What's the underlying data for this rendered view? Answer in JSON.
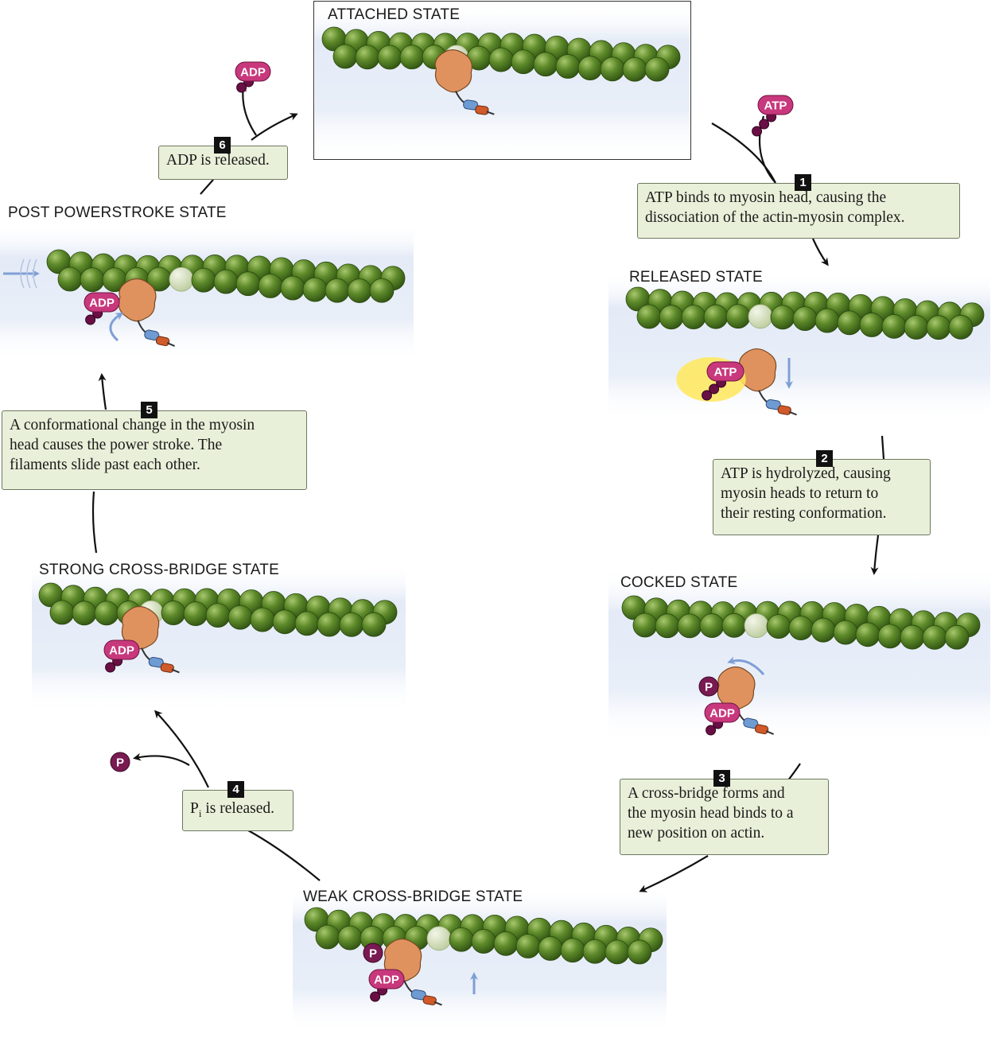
{
  "states": {
    "attached": "ATTACHED STATE",
    "released": "RELEASED STATE",
    "cocked": "COCKED STATE",
    "weak": "WEAK CROSS-BRIDGE STATE",
    "strong": "STRONG CROSS-BRIDGE STATE",
    "post": "POST POWERSTROKE STATE"
  },
  "steps": [
    {
      "num": "1",
      "text": "ATP binds to myosin head, causing the\ndissociation of the actin-myosin complex."
    },
    {
      "num": "2",
      "text": "ATP is hydrolyzed, causing\nmyosin heads to return to\ntheir resting conformation."
    },
    {
      "num": "3",
      "text": "A cross-bridge forms and\nthe myosin head binds to a\nnew position on actin."
    },
    {
      "num": "4",
      "text_prefix": "P",
      "text_sub": "i",
      "text_suffix": " is released."
    },
    {
      "num": "5",
      "text": "A conformational change in the myosin\nhead causes the power stroke. The\nfilaments slide past each other."
    },
    {
      "num": "6",
      "text": "ADP is released."
    }
  ],
  "molecules": {
    "atp": "ATP",
    "adp": "ADP",
    "phosphate": "P"
  },
  "colors": {
    "actin": "#4f7a22",
    "actin_highlight": "#cfdcb4",
    "myosin_head": "#e0925e",
    "adp_pill": "#c8387c",
    "phosphate": "#7a1a52",
    "box_fill": "#e9f0d9",
    "arrow_blue": "#7f9fd6"
  }
}
